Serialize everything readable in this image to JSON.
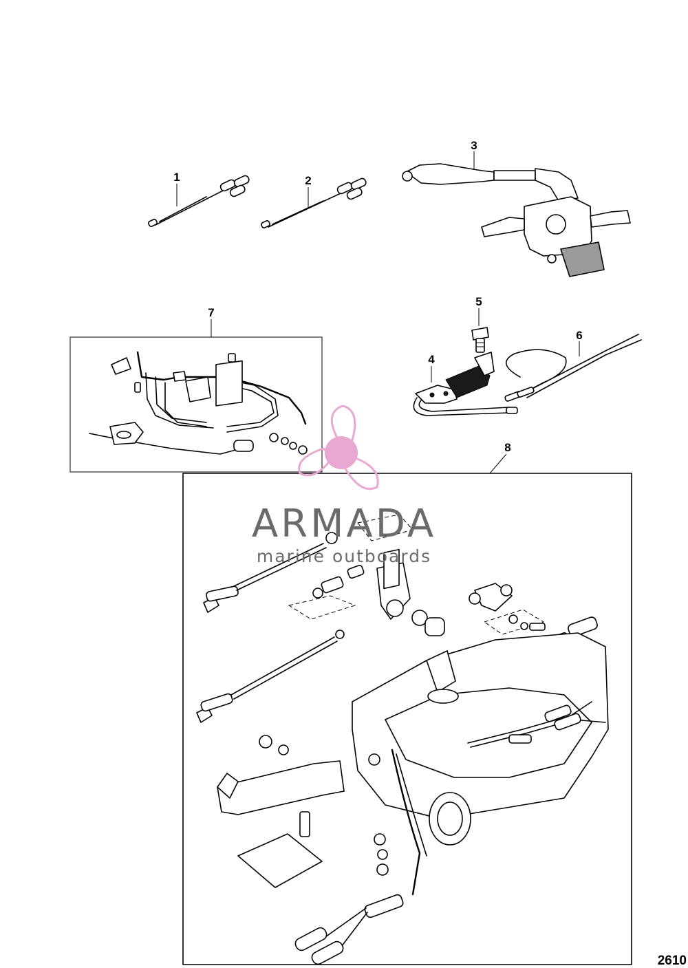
{
  "callouts": [
    "1",
    "2",
    "3",
    "4",
    "5",
    "6",
    "7",
    "8"
  ],
  "page_number": "2610",
  "watermark": {
    "brand": "ARMADA",
    "tagline": "marine outboards",
    "colors": {
      "propeller": "#e8a8d2",
      "text": "#6b6b6b"
    }
  }
}
